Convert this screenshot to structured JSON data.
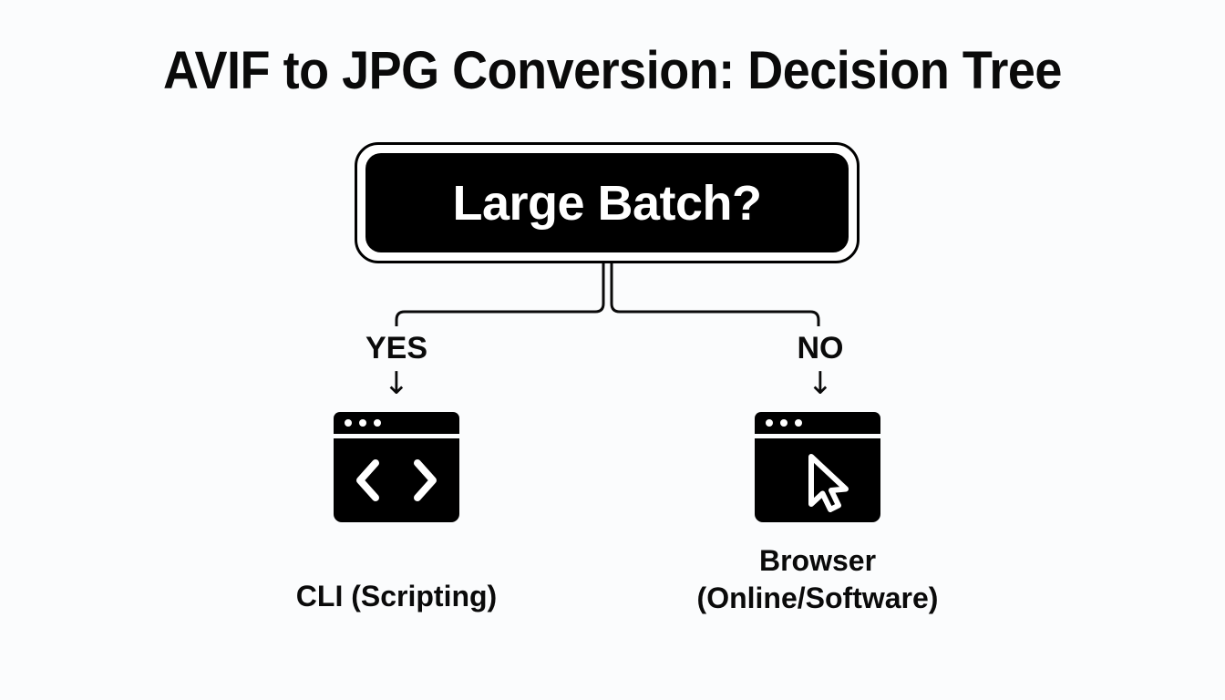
{
  "page": {
    "title": "AVIF to JPG Conversion: Decision Tree",
    "background_color": "#fbfcfd",
    "ink_color": "#0a0a0a"
  },
  "decision": {
    "question": "Large Batch?",
    "fill_color": "#000000",
    "text_color": "#ffffff",
    "border_color": "#000000"
  },
  "branches": [
    {
      "answer": "YES",
      "arrow": "↓",
      "icon": "cli-window-icon",
      "outcome_line1": "CLI (Scripting)",
      "outcome_line2": ""
    },
    {
      "answer": "NO",
      "arrow": "↓",
      "icon": "browser-window-icon",
      "outcome_line1": "Browser",
      "outcome_line2": "(Online/Software)"
    }
  ],
  "chart_data": {
    "type": "diagram",
    "title": "AVIF to JPG Conversion: Decision Tree",
    "root": "Large Batch?",
    "edges": [
      {
        "label": "YES",
        "target": "CLI (Scripting)"
      },
      {
        "label": "NO",
        "target": "Browser (Online/Software)"
      }
    ]
  }
}
